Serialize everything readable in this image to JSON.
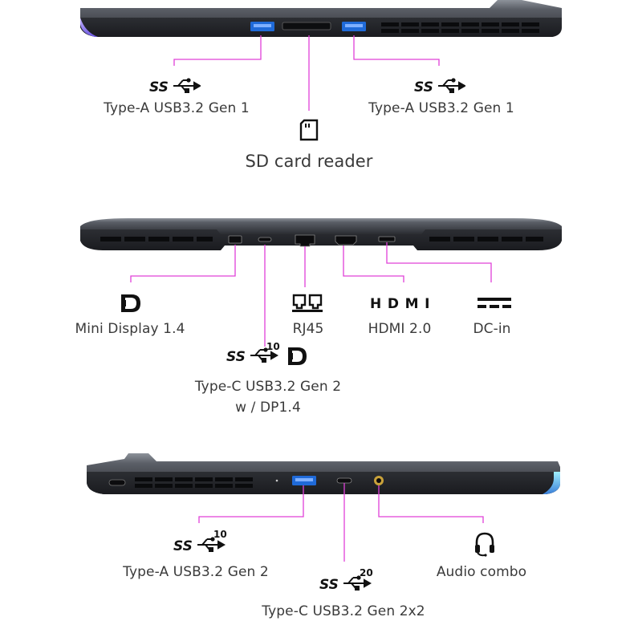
{
  "sections": {
    "left_side": {
      "ports": [
        {
          "label": "Type-A USB3.2 Gen 1",
          "icon": "superspeed-usb-icon"
        },
        {
          "label": "SD card reader",
          "icon": "sd-card-icon"
        },
        {
          "label": "Type-A USB3.2 Gen 1",
          "icon": "superspeed-usb-icon"
        }
      ]
    },
    "rear": {
      "ports": [
        {
          "label": "Mini Display 1.4",
          "icon": "displayport-icon"
        },
        {
          "label": "RJ45",
          "icon": "ethernet-icon"
        },
        {
          "label": "HDMI 2.0",
          "icon": "hdmi-icon",
          "logo_text": "HDMI"
        },
        {
          "label": "DC-in",
          "icon": "dc-power-icon"
        },
        {
          "label_line1": "Type-C USB3.2 Gen 2",
          "label_line2": "w / DP1.4",
          "icon": "superspeed-usb-10-displayport-icon",
          "badge": "10"
        }
      ]
    },
    "right_side": {
      "ports": [
        {
          "label": "Type-A USB3.2 Gen 2",
          "icon": "superspeed-usb-10-icon",
          "badge": "10"
        },
        {
          "label": "Type-C USB3.2 Gen 2x2",
          "icon": "superspeed-usb-20-icon",
          "badge": "20"
        },
        {
          "label": "Audio combo",
          "icon": "headset-icon"
        }
      ]
    }
  },
  "colors": {
    "leader_line": "#e040d8",
    "laptop_body": "#3b3d42",
    "laptop_edge": "#9aa0a8",
    "vent": "#111216",
    "usb_port": "#1f6ad8",
    "led": "#a08cff",
    "audio_ring": "#c9a23a"
  },
  "logo_text": {
    "ss": "SS"
  }
}
